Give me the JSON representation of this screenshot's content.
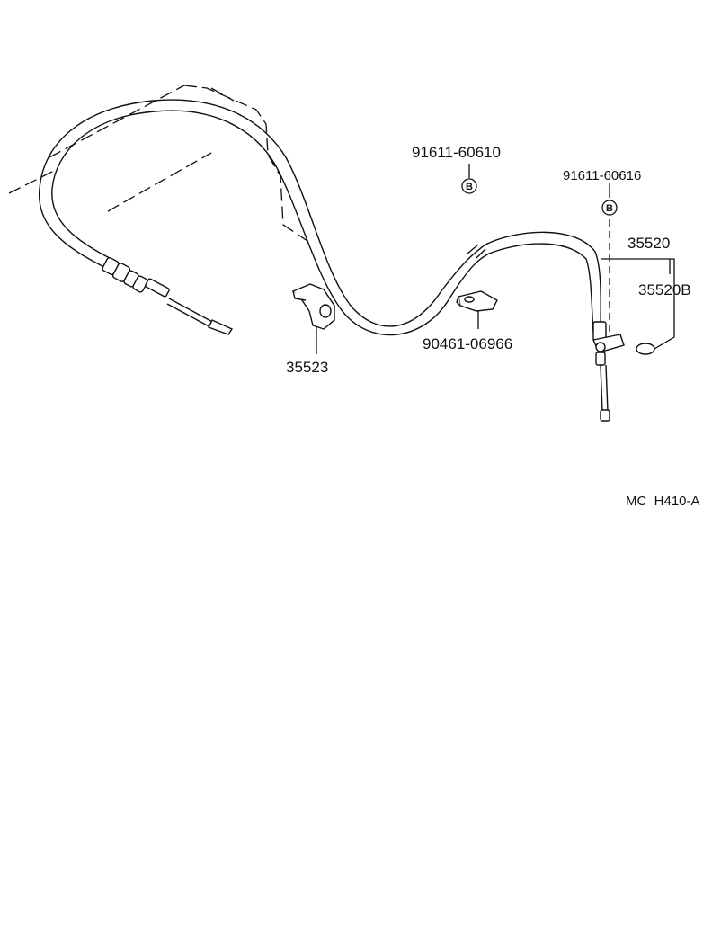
{
  "diagram": {
    "parts": {
      "bolt_a": {
        "number": "91611-60610",
        "marker": "B"
      },
      "bolt_b": {
        "number": "91611-60616",
        "marker": "B"
      },
      "cable_assy": {
        "number": "35520"
      },
      "cable_sub": {
        "number": "35520B"
      },
      "bracket": {
        "number": "35523"
      },
      "clamp": {
        "number": "90461-06966"
      }
    },
    "reference": "MC  H410-A"
  },
  "colors": {
    "ink": "#111111",
    "paper": "#ffffff"
  }
}
